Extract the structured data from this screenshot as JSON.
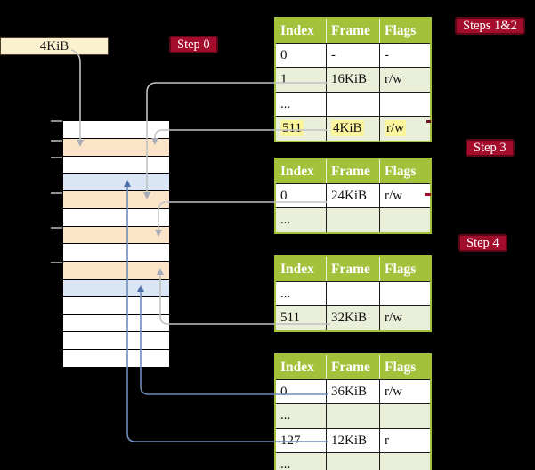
{
  "theme": {
    "cream": "#fcf1cf",
    "labelRed": "#a40c2c",
    "labelRedDark": "#5c0717",
    "green": "#a4c13c",
    "rowGreen": "#e9efd9",
    "hlYellow": "#fcf59e",
    "orange": "#fce4c8",
    "blue": "#dae6f6",
    "arrowGrey": "#c2c2c2",
    "arrowBlue": "#6e8cbc"
  },
  "free_frame_box": {
    "label": "4KiB"
  },
  "step_labels": {
    "step0": "Step 0",
    "steps12": "Steps 1&2",
    "step3": "Step 3",
    "step4": "Step 4"
  },
  "memory": {
    "rows": [
      {
        "kind": "free"
      },
      {
        "kind": "page-table"
      },
      {
        "kind": "free"
      },
      {
        "kind": "mapped-frame"
      },
      {
        "kind": "page-table"
      },
      {
        "kind": "free"
      },
      {
        "kind": "page-table"
      },
      {
        "kind": "free"
      },
      {
        "kind": "page-table"
      },
      {
        "kind": "mapped-frame"
      },
      {
        "kind": "free"
      },
      {
        "kind": "free"
      },
      {
        "kind": "free"
      },
      {
        "kind": "free"
      }
    ],
    "tick_count": 6
  },
  "tables": [
    {
      "id": "level4-table",
      "columns": [
        "Index",
        "Frame",
        "Flags"
      ],
      "rows": [
        {
          "cells": [
            "0",
            "-",
            "-"
          ],
          "shaded": false,
          "highlight": false
        },
        {
          "cells": [
            "1",
            "16KiB",
            "r/w"
          ],
          "shaded": true,
          "highlight": false
        },
        {
          "cells": [
            "...",
            "",
            ""
          ],
          "shaded": false,
          "highlight": false
        },
        {
          "cells": [
            "511",
            "4KiB",
            "r/w"
          ],
          "shaded": true,
          "highlight": true
        }
      ]
    },
    {
      "id": "level3-table",
      "columns": [
        "Index",
        "Frame",
        "Flags"
      ],
      "rows": [
        {
          "cells": [
            "0",
            "24KiB",
            "r/w"
          ],
          "shaded": false,
          "highlight": false
        },
        {
          "cells": [
            "...",
            "",
            ""
          ],
          "shaded": true,
          "highlight": false
        }
      ]
    },
    {
      "id": "level2-table",
      "columns": [
        "Index",
        "Frame",
        "Flags"
      ],
      "rows": [
        {
          "cells": [
            "...",
            "",
            ""
          ],
          "shaded": false,
          "highlight": false
        },
        {
          "cells": [
            "511",
            "32KiB",
            "r/w"
          ],
          "shaded": true,
          "highlight": false
        }
      ]
    },
    {
      "id": "level1-table",
      "columns": [
        "Index",
        "Frame",
        "Flags"
      ],
      "rows": [
        {
          "cells": [
            "0",
            "36KiB",
            "r/w"
          ],
          "shaded": false,
          "highlight": false
        },
        {
          "cells": [
            "...",
            "",
            ""
          ],
          "shaded": true,
          "highlight": false
        },
        {
          "cells": [
            "127",
            "12KiB",
            "r"
          ],
          "shaded": false,
          "highlight": false
        },
        {
          "cells": [
            "...",
            "",
            ""
          ],
          "shaded": true,
          "highlight": false
        }
      ]
    }
  ],
  "connectors": [
    {
      "from": "free-frame-box",
      "to": "memory-row-2",
      "color": "grey"
    },
    {
      "from": "level4-table-entry-1",
      "to": "memory-row-5",
      "color": "grey"
    },
    {
      "from": "level4-table-entry-511",
      "to": "memory-row-2",
      "color": "grey"
    },
    {
      "from": "level3-table-entry-0",
      "to": "memory-row-7",
      "color": "grey"
    },
    {
      "from": "level2-table-entry-511",
      "to": "memory-row-9",
      "color": "grey"
    },
    {
      "from": "level1-table-entry-0",
      "to": "memory-row-10",
      "color": "blue"
    },
    {
      "from": "level1-table-entry-127",
      "to": "memory-row-4",
      "color": "blue"
    }
  ]
}
